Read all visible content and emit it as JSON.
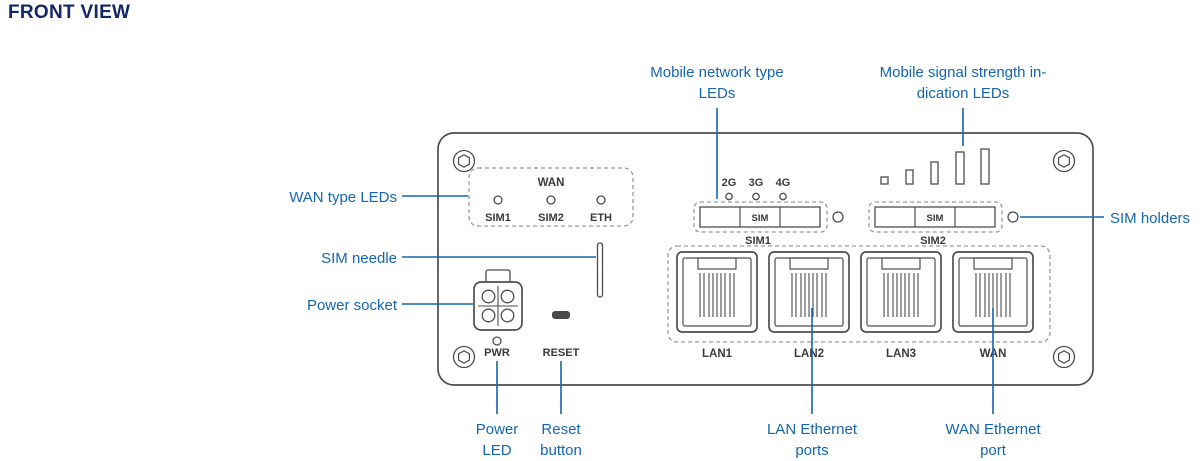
{
  "page": {
    "title": "FRONT VIEW"
  },
  "colors": {
    "accent_blue": "#1566ad",
    "title_navy": "#14276b",
    "device_outline": "#4d4d4d"
  },
  "callouts": {
    "wan_type_leds": {
      "lines": [
        "WAN type LEDs"
      ]
    },
    "sim_needle": {
      "lines": [
        "SIM needle"
      ]
    },
    "power_socket": {
      "lines": [
        "Power socket"
      ]
    },
    "mobile_network": {
      "lines": [
        "Mobile network type",
        "LEDs"
      ]
    },
    "mobile_signal": {
      "lines": [
        "Mobile signal strength in-",
        "dication LEDs"
      ]
    },
    "sim_holders": {
      "lines": [
        "SIM holders"
      ]
    },
    "power_led": {
      "lines": [
        "Power",
        "LED"
      ]
    },
    "reset_button": {
      "lines": [
        "Reset",
        "button"
      ]
    },
    "lan_ports": {
      "lines": [
        "LAN Ethernet",
        "ports"
      ]
    },
    "wan_port": {
      "lines": [
        "WAN Ethernet",
        "port"
      ]
    }
  },
  "device": {
    "wan_led_panel": {
      "title": "WAN",
      "led_labels": [
        "SIM1",
        "SIM2",
        "ETH"
      ]
    },
    "network_type_leds": [
      "2G",
      "3G",
      "4G"
    ],
    "sim_slots": [
      {
        "slot_text": "SIM",
        "name": "SIM1"
      },
      {
        "slot_text": "SIM",
        "name": "SIM2"
      }
    ],
    "power_led_label": "PWR",
    "reset_label": "RESET",
    "port_labels": [
      "LAN1",
      "LAN2",
      "LAN3",
      "WAN"
    ]
  }
}
